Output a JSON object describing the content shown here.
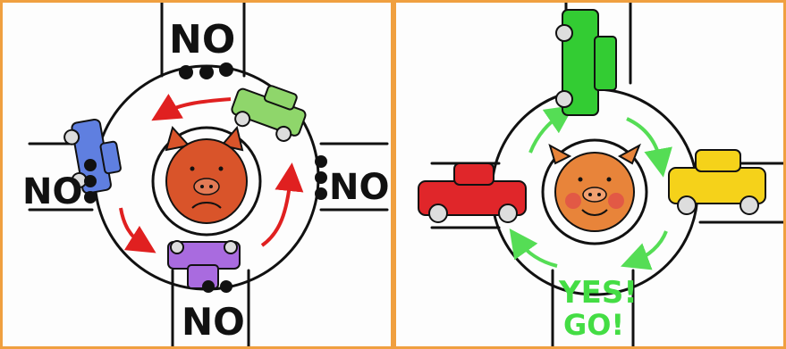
{
  "left_panel": {
    "signs": {
      "top": "NO",
      "left": "NO",
      "right": "NO",
      "bottom": "NO"
    },
    "arrow_color": "#e02020",
    "pig_mood": "sad",
    "pig_color": "#d9542a",
    "cars": [
      {
        "name": "green-car",
        "color": "#8fd66b"
      },
      {
        "name": "blue-car",
        "color": "#5f7fe0"
      },
      {
        "name": "purple-car",
        "color": "#a96bdf"
      }
    ]
  },
  "right_panel": {
    "sign_line1": "YES!",
    "sign_line2": "GO!",
    "arrow_color": "#55dd55",
    "pig_mood": "happy",
    "pig_color": "#e8843a",
    "cars": [
      {
        "name": "green-car",
        "color": "#33cc33"
      },
      {
        "name": "yellow-car",
        "color": "#f5d21a"
      },
      {
        "name": "red-car",
        "color": "#e0262a"
      }
    ]
  }
}
